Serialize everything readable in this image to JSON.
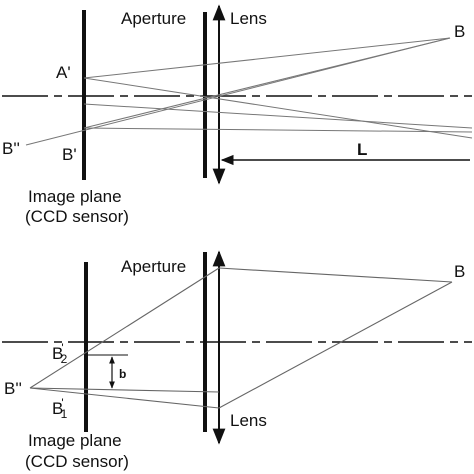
{
  "top": {
    "aperture_label": "Aperture",
    "lens_label": "Lens",
    "point_b": "B",
    "point_a_prime": "A'",
    "point_b_prime": "B'",
    "point_b_double_prime": "B''",
    "distance_label": "L",
    "image_plane_line1": "Image plane",
    "image_plane_line2": "(CCD sensor)"
  },
  "bottom": {
    "aperture_label": "Aperture",
    "lens_label": "Lens",
    "point_b": "B",
    "point_b2_prime": "B",
    "point_b2_prime_sub": "2",
    "point_b1_prime": "B",
    "point_b1_prime_sub": "1",
    "prime_mark": "'",
    "point_b_double_prime": "B''",
    "offset_label": "b",
    "image_plane_line1": "Image plane",
    "image_plane_line2": "(CCD sensor)"
  },
  "colors": {
    "ink": "#111111",
    "ray": "#777777"
  }
}
